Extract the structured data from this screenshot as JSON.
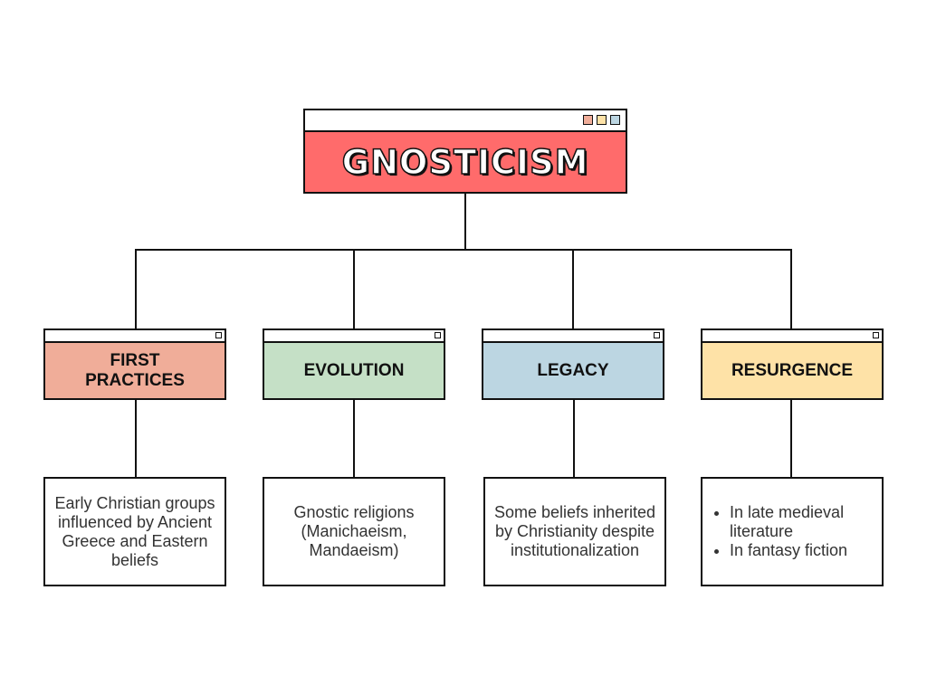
{
  "main": {
    "title": "GNOSTICISM",
    "dot_colors": [
      "#f0ad99",
      "#fee2a7",
      "#bcd6e2"
    ]
  },
  "categories": [
    {
      "label": "FIRST PRACTICES",
      "color": "#f0ad99",
      "description": "Early Christian groups influenced by Ancient Greece and Eastern beliefs"
    },
    {
      "label": "EVOLUTION",
      "color": "#c5e0c6",
      "description": "Gnostic religions (Manichaeism, Mandaeism)"
    },
    {
      "label": "LEGACY",
      "color": "#bcd6e2",
      "description": "Some beliefs inherited by Christianity despite institutionalization"
    },
    {
      "label": "RESURGENCE",
      "color": "#fee2a7",
      "bullets": [
        "In late medieval literature",
        "In fantasy fiction"
      ]
    }
  ],
  "colors": {
    "main": "#ff6b6b",
    "line": "#111111"
  }
}
